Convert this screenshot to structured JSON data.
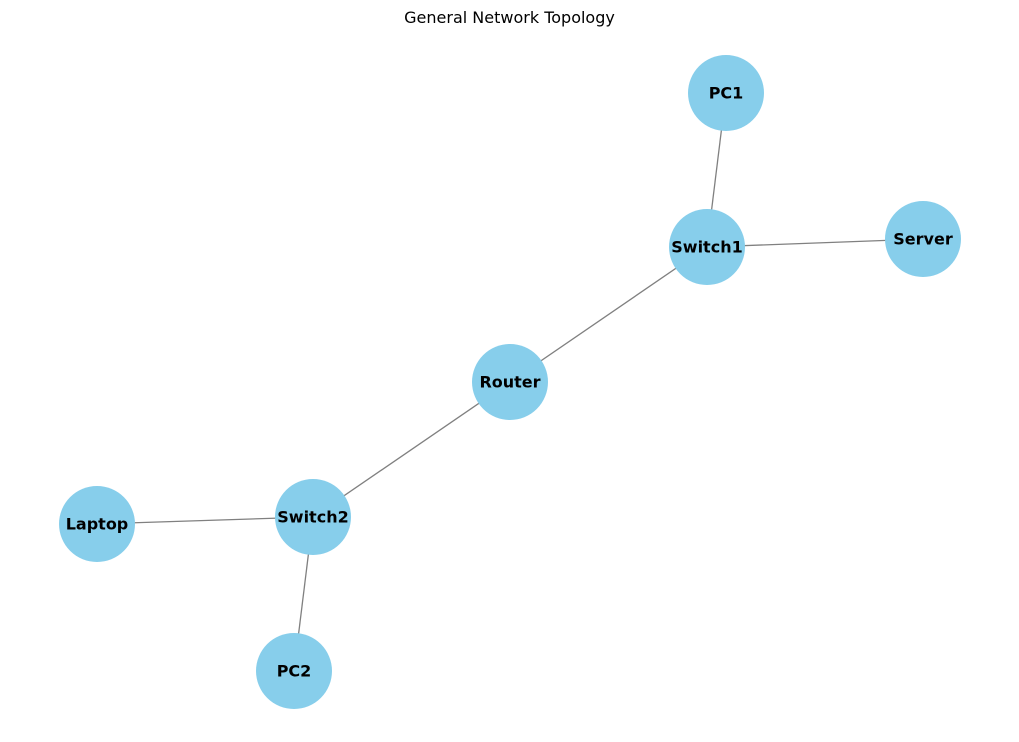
{
  "title": "General Network Topology",
  "colors": {
    "node_fill": "#87CEEB",
    "edge_stroke": "#808080",
    "label": "#000000"
  },
  "nodes": [
    {
      "id": "Router",
      "label": "Router"
    },
    {
      "id": "Switch1",
      "label": "Switch1"
    },
    {
      "id": "Switch2",
      "label": "Switch2"
    },
    {
      "id": "PC1",
      "label": "PC1"
    },
    {
      "id": "Server",
      "label": "Server"
    },
    {
      "id": "Laptop",
      "label": "Laptop"
    },
    {
      "id": "PC2",
      "label": "PC2"
    }
  ],
  "edges": [
    {
      "from": "Switch1",
      "to": "PC1"
    },
    {
      "from": "Switch1",
      "to": "Server"
    },
    {
      "from": "Switch1",
      "to": "Router"
    },
    {
      "from": "Router",
      "to": "Switch2"
    },
    {
      "from": "Switch2",
      "to": "Laptop"
    },
    {
      "from": "Switch2",
      "to": "PC2"
    }
  ]
}
